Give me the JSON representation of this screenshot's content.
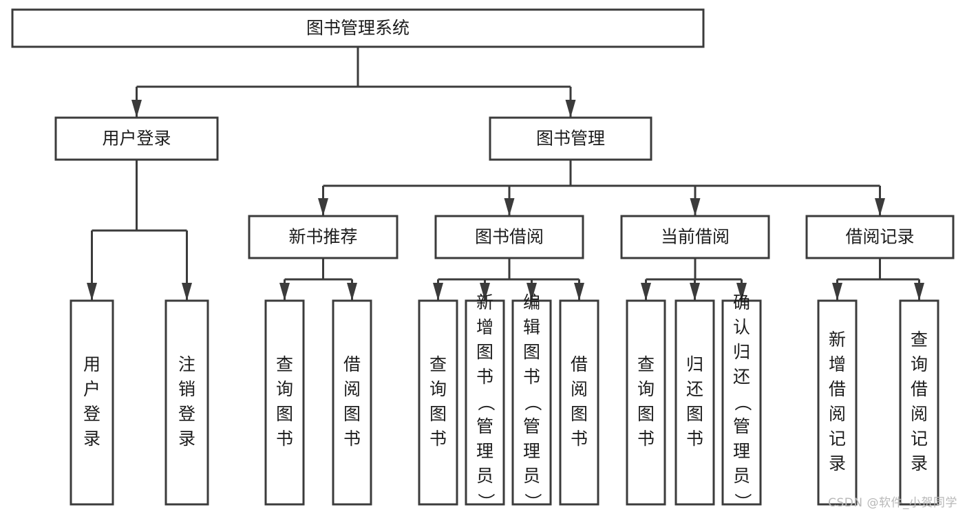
{
  "diagram": {
    "title": "图书管理系统",
    "watermark": "CSDN @软件_小贺同学",
    "colors": {
      "stroke": "#3b3b3b",
      "fill": "#ffffff",
      "text": "#1c1c1c",
      "watermark": "#b8b8b8",
      "background": "#ffffff"
    },
    "nodes": {
      "root": {
        "label": "图书管理系统",
        "level": 0,
        "orientation": "horizontal"
      },
      "l1_0": {
        "label": "用户登录",
        "level": 1,
        "orientation": "horizontal"
      },
      "l1_1": {
        "label": "图书管理",
        "level": 1,
        "orientation": "horizontal"
      },
      "l2_0": {
        "label": "新书推荐",
        "level": 2,
        "orientation": "horizontal"
      },
      "l2_1": {
        "label": "图书借阅",
        "level": 2,
        "orientation": "horizontal"
      },
      "l2_2": {
        "label": "当前借阅",
        "level": 2,
        "orientation": "horizontal"
      },
      "l2_3": {
        "label": "借阅记录",
        "level": 2,
        "orientation": "horizontal"
      },
      "leaf_0": {
        "label": "用户登录",
        "level": 3,
        "orientation": "vertical"
      },
      "leaf_1": {
        "label": "注销登录",
        "level": 3,
        "orientation": "vertical"
      },
      "leaf_2": {
        "label": "查询图书",
        "level": 3,
        "orientation": "vertical"
      },
      "leaf_3": {
        "label": "借阅图书",
        "level": 3,
        "orientation": "vertical"
      },
      "leaf_4": {
        "label": "查询图书",
        "level": 3,
        "orientation": "vertical"
      },
      "leaf_5": {
        "label": "新增图书（管理员）",
        "level": 3,
        "orientation": "vertical"
      },
      "leaf_6": {
        "label": "编辑图书（管理员）",
        "level": 3,
        "orientation": "vertical"
      },
      "leaf_7": {
        "label": "借阅图书",
        "level": 3,
        "orientation": "vertical"
      },
      "leaf_8": {
        "label": "查询图书",
        "level": 3,
        "orientation": "vertical"
      },
      "leaf_9": {
        "label": "归还图书",
        "level": 3,
        "orientation": "vertical"
      },
      "leaf_10": {
        "label": "确认归还（管理员）",
        "level": 3,
        "orientation": "vertical"
      },
      "leaf_11": {
        "label": "新增借阅记录",
        "level": 3,
        "orientation": "vertical"
      },
      "leaf_12": {
        "label": "查询借阅记录",
        "level": 3,
        "orientation": "vertical"
      }
    },
    "hierarchy": [
      {
        "parent": "root",
        "children": [
          "l1_0",
          "l1_1"
        ]
      },
      {
        "parent": "l1_0",
        "children": [
          "leaf_0",
          "leaf_1"
        ]
      },
      {
        "parent": "l1_1",
        "children": [
          "l2_0",
          "l2_1",
          "l2_2",
          "l2_3"
        ]
      },
      {
        "parent": "l2_0",
        "children": [
          "leaf_2",
          "leaf_3"
        ]
      },
      {
        "parent": "l2_1",
        "children": [
          "leaf_4",
          "leaf_5",
          "leaf_6",
          "leaf_7"
        ]
      },
      {
        "parent": "l2_2",
        "children": [
          "leaf_8",
          "leaf_9",
          "leaf_10"
        ]
      },
      {
        "parent": "l2_3",
        "children": [
          "leaf_11",
          "leaf_12"
        ]
      }
    ]
  }
}
